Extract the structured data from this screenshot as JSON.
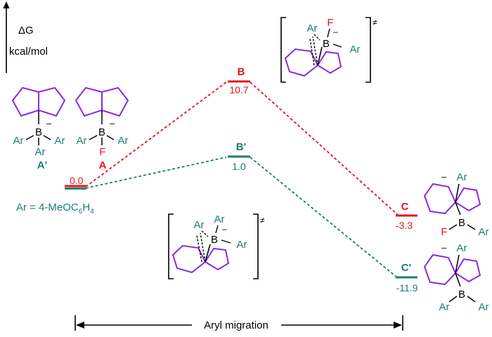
{
  "axis": {
    "symbol": "ΔG",
    "unit": "kcal/mol"
  },
  "xaxis": {
    "label": "Aryl migration"
  },
  "aryl_definition": {
    "prefix": "Ar = 4-MeOC",
    "sub1": "6",
    "mid": "H",
    "sub2": "4"
  },
  "colors": {
    "red_path": "#e8141b",
    "teal_path": "#1a7f74",
    "ring": "#8a2be2",
    "black": "#000000"
  },
  "levels": {
    "start": {
      "value": "0.0",
      "label_red": "A",
      "label_teal": "A'"
    },
    "B": {
      "label": "B",
      "value": "10.7"
    },
    "Bp": {
      "label": "B'",
      "value": "1.0"
    },
    "C": {
      "label": "C",
      "value": "-3.3"
    },
    "Cp": {
      "label": "C'",
      "value": "-11.9"
    }
  },
  "chem": {
    "ar": "Ar",
    "boron": "B",
    "fluorine": "F",
    "minus": "–",
    "ts_mark": "≠"
  }
}
